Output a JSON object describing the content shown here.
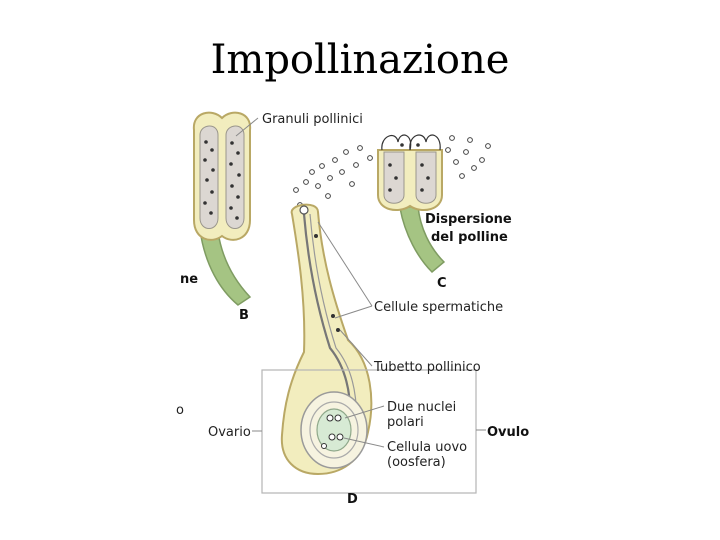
{
  "title": "Impollinazione",
  "labels": {
    "granuli": "Granuli pollinici",
    "dispersione_1": "Dispersione",
    "dispersione_2": "del polline",
    "c": "C",
    "ne": "ne",
    "b": "B",
    "cellule": "Cellule spermatiche",
    "tubetto": "Tubetto pollinico",
    "o": "o",
    "ovario": "Ovario",
    "due_nuclei_1": "Due nuclei",
    "due_nuclei_2": "polari",
    "ovulo": "Ovulo",
    "cellula_1": "Cellula uovo",
    "cellula_2": "(oosfera)",
    "d": "D"
  },
  "colors": {
    "anther_fill": "#f2edbe",
    "anther_outline": "#b9a865",
    "pollen_sac": "#dcd7d2",
    "stem": "#a5c483",
    "ovule_inner": "#d7ead4",
    "leader_line": "#8a8a8a"
  }
}
